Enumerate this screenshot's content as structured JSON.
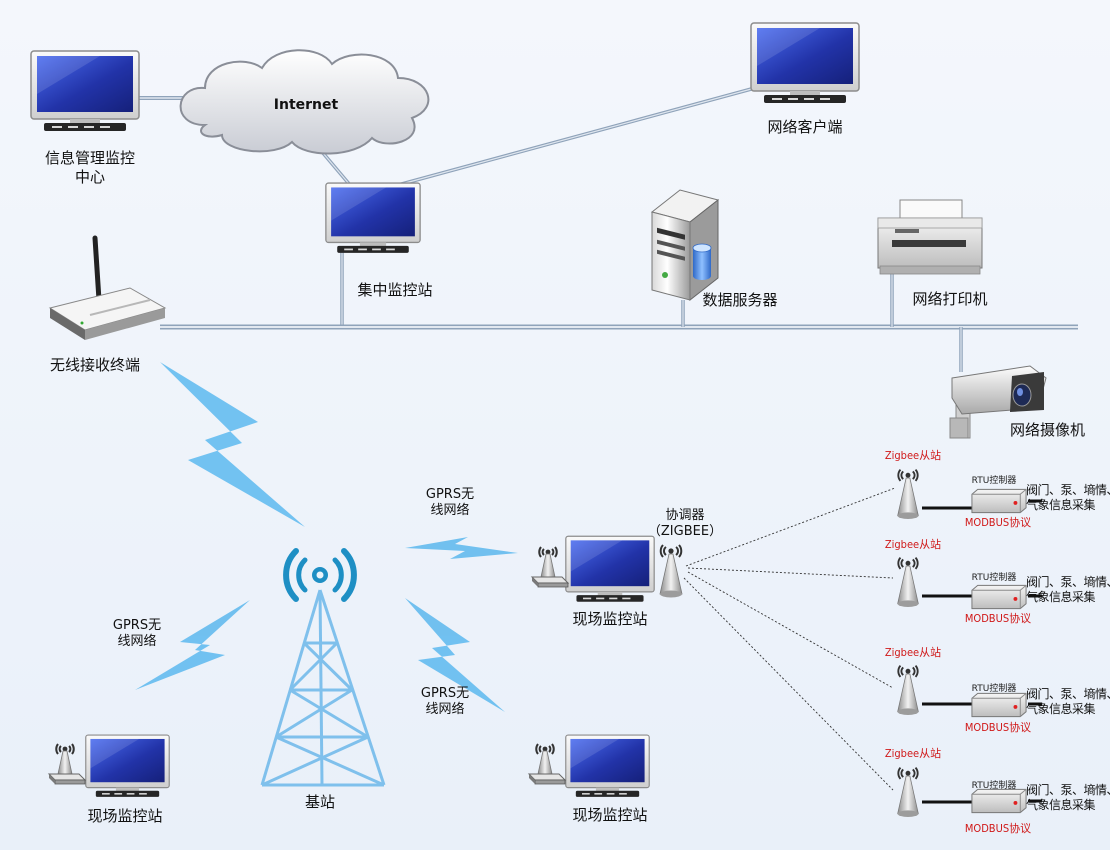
{
  "colors": {
    "background": "#eef3fa",
    "network_line": "#8fa3ba",
    "wireless_bolt": "#5cb8ee",
    "tower": "#7fc0ec",
    "signal_arcs": "#1e8fc4",
    "zigbee_red": "#d01818",
    "monitor_screen": "#2a40b0"
  },
  "labels": {
    "internet": "Internet",
    "info_center": [
      "信息管理监控",
      "中心"
    ],
    "network_client": "网络客户端",
    "central_station": "集中监控站",
    "data_server": "数据服务器",
    "network_printer": "网络打印机",
    "wireless_receiver": "无线接收终端",
    "network_camera": "网络摄像机",
    "gprs_top": [
      "GPRS无",
      "线网络"
    ],
    "gprs_left": [
      "GPRS无",
      "线网络"
    ],
    "gprs_right": [
      "GPRS无",
      "线网络"
    ],
    "coordinator": [
      "协调器",
      "（ZIGBEE）"
    ],
    "field_station_main": "现场监控站",
    "field_station_left": "现场监控站",
    "field_station_bottom": "现场监控站",
    "base_station": "基站"
  },
  "zigbee_nodes": [
    {
      "slave": "Zigbee从站",
      "rtu": "RTU控制器",
      "protocol": "MODBUS协议",
      "info": [
        "阀门、泵、墒情、",
        "气象信息采集"
      ]
    },
    {
      "slave": "Zigbee从站",
      "rtu": "RTU控制器",
      "protocol": "MODBUS协议",
      "info": [
        "阀门、泵、墒情、",
        "气象信息采集"
      ]
    },
    {
      "slave": "Zigbee从站",
      "rtu": "RTU控制器",
      "protocol": "MODBUS协议",
      "info": [
        "阀门、泵、墒情、",
        "气象信息采集"
      ]
    },
    {
      "slave": "Zigbee从站",
      "rtu": "RTU控制器",
      "protocol": "MODBUS协议",
      "info": [
        "阀门、泵、墒情、",
        "气象信息采集"
      ]
    }
  ]
}
